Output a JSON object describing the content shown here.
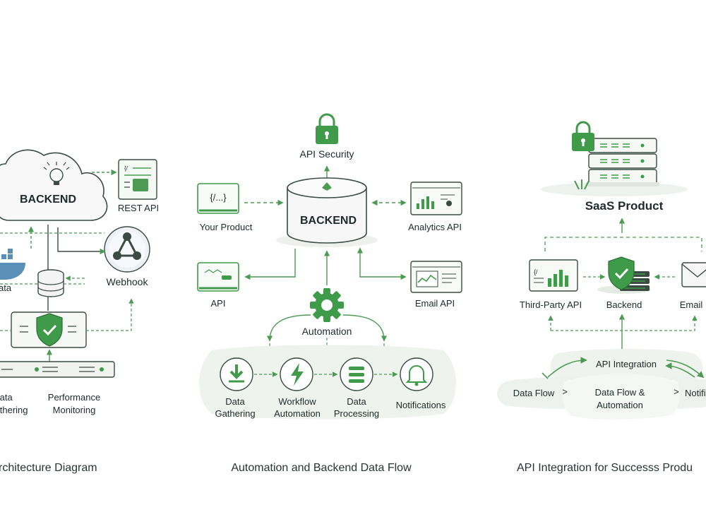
{
  "colors": {
    "accent": "#3f9a4a",
    "accent_light": "#e8f3e6",
    "line": "#4c9a54",
    "ink": "#1f2a2a",
    "panel": "#eef3ee"
  },
  "panel1": {
    "caption": "rchitecture Diagram",
    "backend": "BACKEND",
    "rest_api": "REST API",
    "webhook": "Webhook",
    "data_cut": "ata",
    "data_gathering_l1": "Data",
    "data_gathering_l2": "athering",
    "perf_l1": "Performance",
    "perf_l2": "Monitoring"
  },
  "panel2": {
    "caption": "Automation and Backend Data Flow",
    "api_security": "API Security",
    "backend": "BACKEND",
    "your_product": "Your Product",
    "analytics_api": "Analytics API",
    "api": "API",
    "email_api": "Email API",
    "automation": "Automation",
    "code_glyph": "{/...}",
    "steps": {
      "data_gathering_l1": "Data",
      "data_gathering_l2": "Gathering",
      "workflow_l1": "Workflow",
      "workflow_l2": "Automation",
      "processing_l1": "Data",
      "processing_l2": "Processing",
      "notifications": "Notifications"
    }
  },
  "panel3": {
    "caption": "API Integration for Successs Produ",
    "saas": "SaaS Product",
    "third_party": "Third-Party API",
    "backend": "Backend",
    "email": "Email",
    "api_integration": "API Integration",
    "data_flow": "Data Flow",
    "data_flow_auto_l1": "Data Flow &",
    "data_flow_auto_l2": "Automation",
    "notif_cut": "Notifi",
    "arrow_glyph": ">"
  }
}
